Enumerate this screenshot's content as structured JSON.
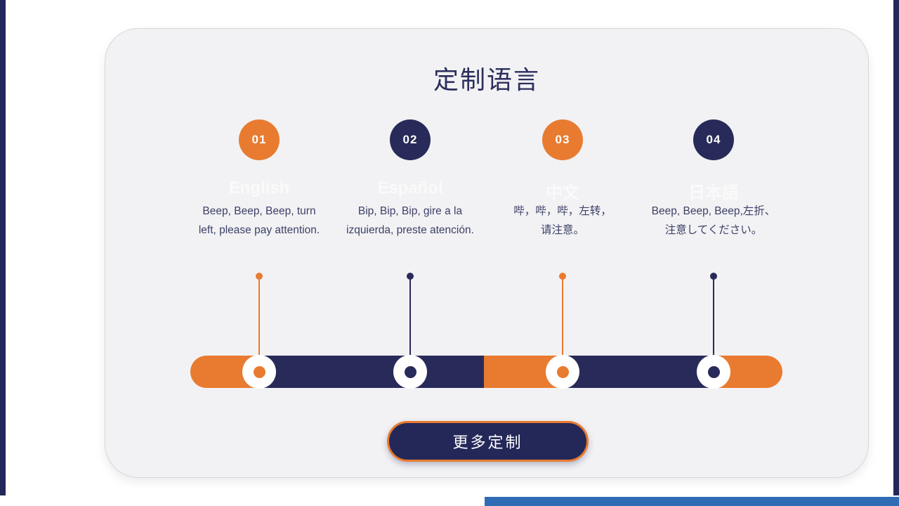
{
  "colors": {
    "page-bg": "#FFFFFF",
    "card-bg": "#F2F2F4",
    "card-border": "#D7D7DA",
    "orange": "#E87B30",
    "navy": "#282B59",
    "title": "#2B2E5C",
    "desc": "#3C4066",
    "faint-label": "#FAFAFB",
    "edge-bar": "#24275A",
    "bottom-strip": "#2F6CB4",
    "button-bg": "#242859",
    "button-text": "#FFFFFF"
  },
  "header": {
    "title": "定制语言"
  },
  "steps": [
    {
      "number": "01",
      "language": "English",
      "accent": "orange",
      "desc_line1": "Beep, Beep, Beep, turn",
      "desc_line2": "left, please pay attention."
    },
    {
      "number": "02",
      "language": "Español",
      "accent": "navy",
      "desc_line1": "Bip, Bip, Bip, gire a la",
      "desc_line2": "izquierda, preste atención."
    },
    {
      "number": "03",
      "language": "中文",
      "accent": "orange",
      "desc_line1": "哔，哔，哔，左转，",
      "desc_line2": "请注意。"
    },
    {
      "number": "04",
      "language": "日本語",
      "accent": "navy",
      "desc_line1": "Beep, Beep, Beep,左折、",
      "desc_line2": "注意してください。"
    }
  ],
  "button": {
    "label": "更多定制"
  }
}
